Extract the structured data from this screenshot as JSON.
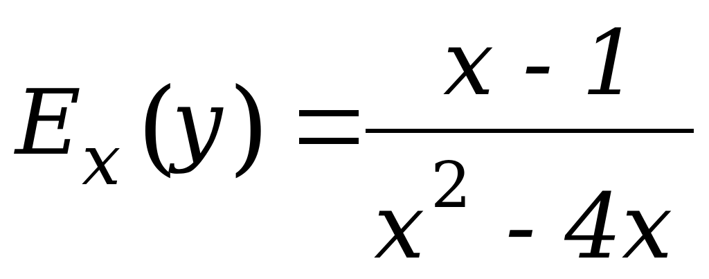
{
  "formula": {
    "lhs": {
      "symbol": "E",
      "subscript": "x",
      "open_paren": "(",
      "argument": "y",
      "close_paren": ")"
    },
    "numerator": "x - 1",
    "denominator": {
      "base": "x",
      "exponent": "2",
      "rest": " - 4x"
    }
  }
}
